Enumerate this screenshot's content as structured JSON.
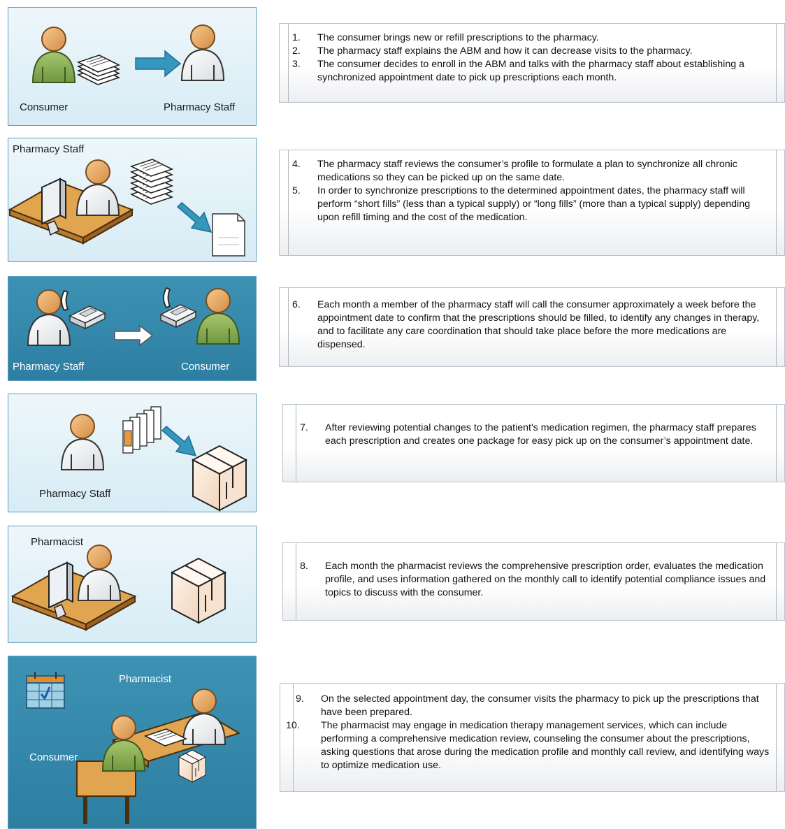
{
  "panels": [
    {
      "labels": [
        "Consumer",
        "Pharmacy Staff"
      ]
    },
    {
      "labels": [
        "Pharmacy Staff"
      ]
    },
    {
      "labels": [
        "Pharmacy Staff",
        "Consumer"
      ]
    },
    {
      "labels": [
        "Pharmacy Staff"
      ]
    },
    {
      "labels": [
        "Pharmacist"
      ]
    },
    {
      "labels": [
        "Pharmacist",
        "Consumer"
      ]
    }
  ],
  "steps": [
    {
      "n": "1.",
      "text": "The consumer brings new or refill prescriptions to the pharmacy."
    },
    {
      "n": "2.",
      "text": "The pharmacy staff explains the ABM and how it can decrease visits to the pharmacy."
    },
    {
      "n": "3.",
      "text": "The consumer decides to enroll in the ABM and talks with the pharmacy staff about establishing a synchronized appointment date to pick up prescriptions each month."
    },
    {
      "n": "4.",
      "text": "The pharmacy staff reviews the consumer’s profile to formulate a plan to synchronize all chronic medications so they can be picked up on the same date."
    },
    {
      "n": "5.",
      "text": "In order to synchronize prescriptions to the determined appointment dates, the pharmacy staff will perform “short fills” (less than a typical supply) or “long fills” (more than a typical supply) depending upon refill timing and the cost of the medication."
    },
    {
      "n": "6.",
      "text": "Each month a member of the pharmacy staff will call the consumer approximately a week before the appointment date to confirm that the prescriptions should be filled, to identify any changes in therapy, and to facilitate any care coordination that should take place before the more medications are dispensed."
    },
    {
      "n": "7.",
      "text": "After reviewing potential changes to the patient's medication regimen, the pharmacy staff prepares each prescription and creates one package for easy pick up on the consumer’s appointment date."
    },
    {
      "n": "8.",
      "text": "Each month the pharmacist reviews the comprehensive prescription order, evaluates the medication profile, and uses information gathered on the monthly call to identify potential compliance issues and topics to discuss with the consumer."
    },
    {
      "n": "9.",
      "text": "On the selected appointment day, the consumer visits the pharmacy to pick up the prescriptions that have been prepared."
    },
    {
      "n": "10.",
      "text": "The pharmacist may engage in medication therapy management services, which can include performing a comprehensive medication review, counseling the consumer about the prescriptions, asking questions that arose during the medication profile and monthly call review, and identifying ways to optimize medication use."
    }
  ],
  "colors": {
    "consumer": "#8fb45a",
    "staff": "#ffffff",
    "desk": "#d9a04a",
    "arrow": "#3596be"
  }
}
